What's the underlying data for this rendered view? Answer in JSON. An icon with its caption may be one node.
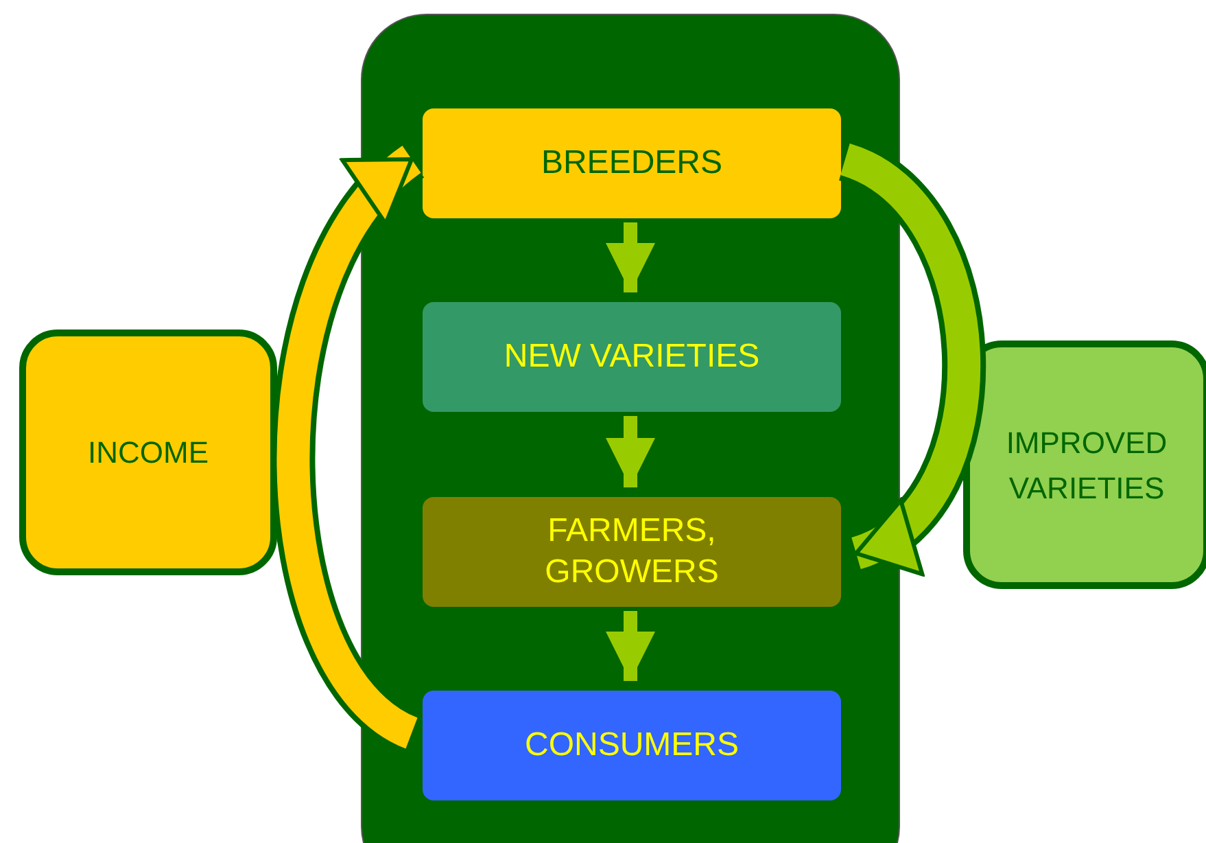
{
  "diagram": {
    "nodes": [
      {
        "text": [],
        "shape": "box"
      },
      {
        "text": [
          "BREEDERS"
        ],
        "in": 0
      },
      {
        "text": [
          "NEW VARIETIES"
        ],
        "in": 0
      },
      {
        "text": [
          "FARMERS, GROWERS"
        ],
        "in": 0
      },
      {
        "text": [
          "CONSUMERS"
        ],
        "in": 0
      },
      {
        "text": [
          "INCOME"
        ]
      },
      {
        "text": [
          "IMPROVED VARIETIES"
        ]
      }
    ],
    "edges": [
      {
        "from": 1,
        "to": 2,
        "arrow": "to"
      },
      {
        "from": 2,
        "to": 3,
        "arrow": "to"
      },
      {
        "from": 3,
        "to": 4,
        "arrow": "to"
      },
      {
        "from": 4,
        "to": 1,
        "arrow": "to",
        "style": "thick",
        "color": "#ffcc00"
      },
      {
        "from": 1,
        "to": 3,
        "arrow": "to",
        "style": "thick"
      }
    ]
  }
}
